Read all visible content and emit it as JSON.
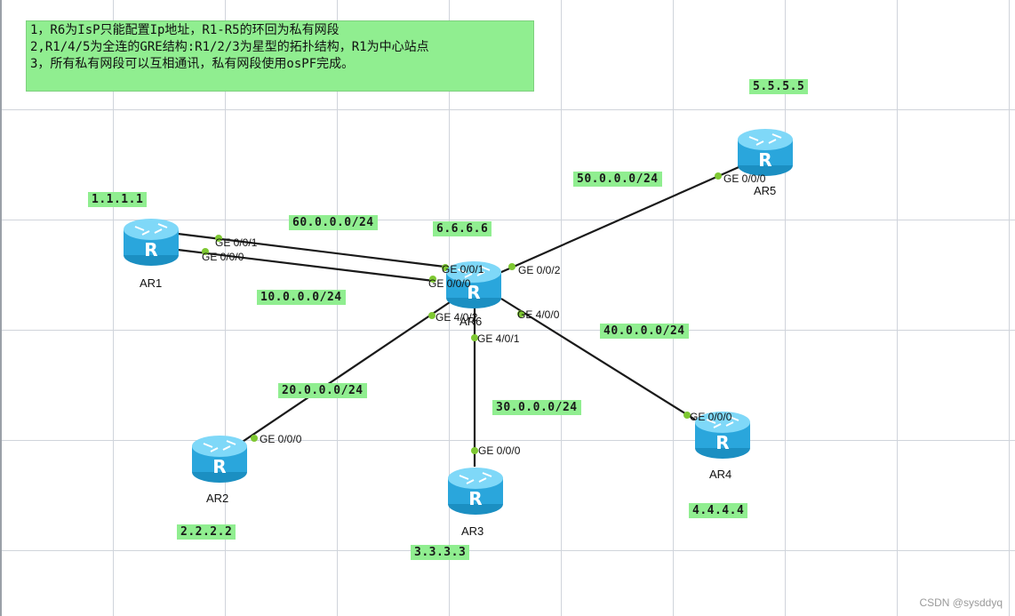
{
  "notes": [
    "1，R6为IsP只能配置Ip地址，R1-R5的环回为私有网段",
    "2,R1/4/5为全连的GRE结构:R1/2/3为星型的拓扑结构，R1为中心站点",
    "3，所有私有网段可以互相通讯，私有网段使用osPF完成。"
  ],
  "routers": {
    "ar1": "AR1",
    "ar2": "AR2",
    "ar3": "AR3",
    "ar4": "AR4",
    "ar5": "AR5",
    "ar6": "AR6"
  },
  "loopbacks": {
    "ar1": "1.1.1.1",
    "ar2": "2.2.2.2",
    "ar3": "3.3.3.3",
    "ar4": "4.4.4.4",
    "ar5": "5.5.5.5",
    "ar6": "6.6.6.6"
  },
  "networks": {
    "n10": "10.0.0.0/24",
    "n20": "20.0.0.0/24",
    "n30": "30.0.0.0/24",
    "n40": "40.0.0.0/24",
    "n50": "50.0.0.0/24",
    "n60": "60.0.0.0/24"
  },
  "ports": {
    "ar1_g001": "GE 0/0/1",
    "ar1_g000": "GE 0/0/0",
    "ar6_g001": "GE 0/0/1",
    "ar6_g000": "GE 0/0/0",
    "ar6_g002": "GE 0/0/2",
    "ar6_g402": "GE 4/0/2",
    "ar6_g400": "GE 4/0/0",
    "ar6_g401": "GE 4/0/1",
    "ar5_g000": "GE 0/0/0",
    "ar2_g000": "GE 0/0/0",
    "ar3_g000": "GE 0/0/0",
    "ar4_g000": "GE 0/0/0"
  },
  "watermark": "CSDN @sysddyq",
  "colors": {
    "label_bg": "#90ee90",
    "router_body": "#3fb9ec",
    "port_dot": "#7ec832",
    "link": "#1a1a1a"
  }
}
